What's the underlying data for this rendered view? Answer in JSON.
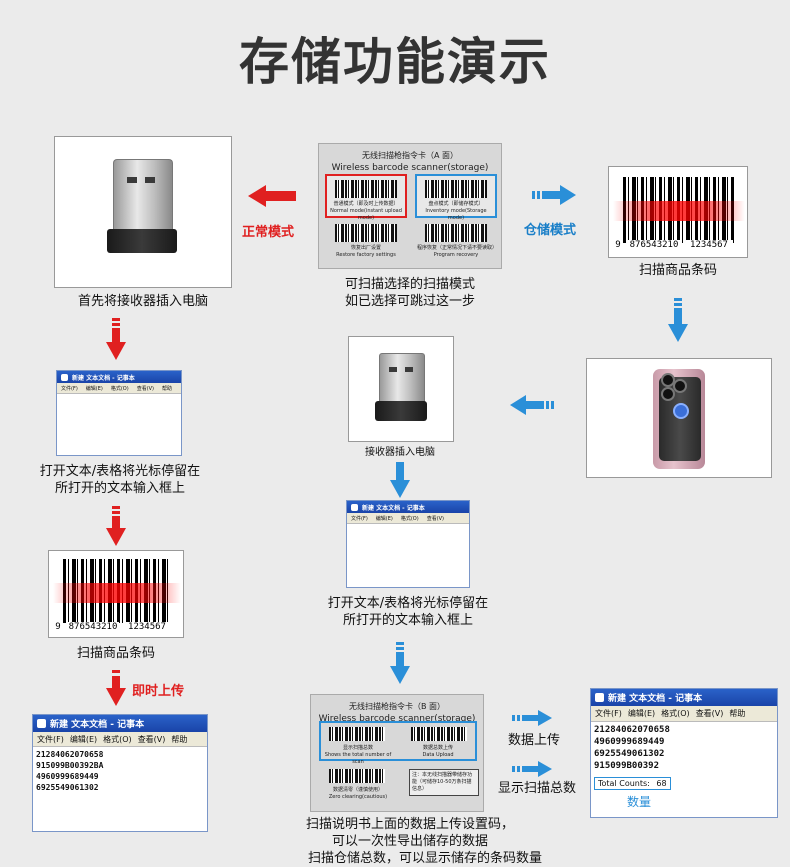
{
  "title": "存储功能演示",
  "modes": {
    "normal": "正常模式",
    "storage": "仓储模式",
    "realtime": "即时上传"
  },
  "steps": {
    "plug_in": "首先将接收器插入电脑",
    "scan_mode_line1": "可扫描选择的扫描模式",
    "scan_mode_line2": "如已选择可跳过这一步",
    "scan_barcode": "扫描商品条码",
    "open_text_line1": "打开文本/表格将光标停留在",
    "open_text_line2": "所打开的文本输入框上",
    "receiver_plug": "接收器插入电脑",
    "data_upload": "数据上传",
    "show_total": "显示扫描总数",
    "bottom_line1": "扫描说明书上面的数据上传设置码，",
    "bottom_line2": "可以一次性导出储存的数据",
    "bottom_line3": "扫描仓储总数，可以显示储存的条码数量"
  },
  "card_a": {
    "title_cn": "无线扫描枪指令卡（A 面）",
    "title_en": "Wireless barcode scanner(storage)",
    "normal_cn": "普通模式（即及时上传数据）",
    "normal_en": "Normal mode(instant upload mode)",
    "inventory_cn": "盘点模式（即储存模式）",
    "inventory_en": "Inventory mode(Storage mode)",
    "restore_cn": "恢复出厂设置",
    "restore_en": "Restore factory settings",
    "recovery_cn": "程序恢复（正常情况下请不要读取）",
    "recovery_en": "Program recovery"
  },
  "card_b": {
    "title_cn": "无线扫描枪指令卡（B 面）",
    "title_en": "Wireless barcode scanner(storage)",
    "total_cn": "显示扫描总数",
    "total_en": "Shows the total number of scan",
    "upload_cn": "数据总数上传",
    "upload_en": "Data Upload",
    "zero_cn": "数据清零（谨慎使用）",
    "zero_en": "Zero clearing(cautious)",
    "note": "注：本无线扫描器带储存功能（可储存10-50万条扫描信息）"
  },
  "barcode_number": {
    "left": "9",
    "mid": "876543210",
    "right": "1234567"
  },
  "notepad": {
    "title": "新建 文本文档 - 记事本",
    "menu": [
      "文件(F)",
      "编辑(E)",
      "格式(O)",
      "查看(V)",
      "帮助"
    ],
    "lines_small": [
      "21284062070658",
      "915099B00392BA",
      "4960999689449",
      "6925549061302"
    ],
    "lines_large": [
      "21284062070658",
      "4960999689449",
      "6925549061302",
      "915099B00392"
    ],
    "total_label": "Total Counts:",
    "total_value": "68",
    "count_label": "数量"
  },
  "colors": {
    "red": "#e02020",
    "blue": "#1a7fc8",
    "arrow_blue": "#2a8fd8"
  }
}
